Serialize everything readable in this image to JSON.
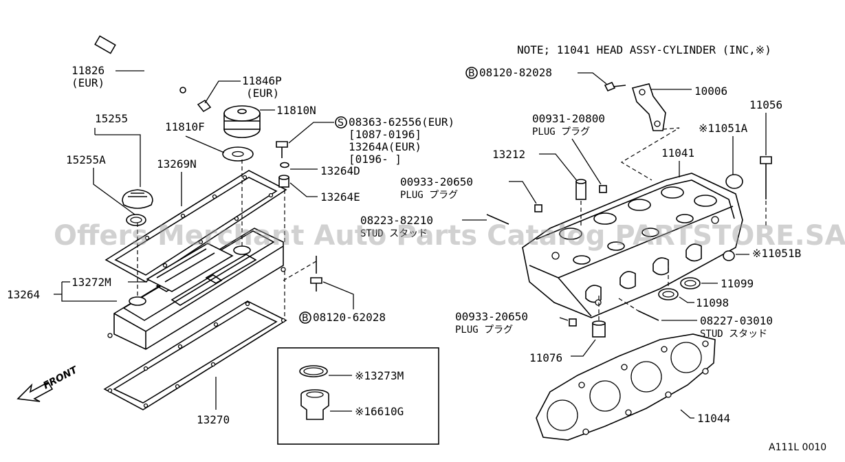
{
  "note": "NOTE; 11041 HEAD ASSY-CYLINDER (INC,※)",
  "watermark": "Offers Merchant Auto Parts Catalog PARTSTORE.SA",
  "drawing_code": "A111L 0010",
  "front_label": "FRONT",
  "callouts": {
    "p11826": "11826",
    "p11826_eur": "(EUR)",
    "p11846p": "11846P",
    "p11846p_eur": "(EUR)",
    "p11810n": "11810N",
    "p11810f": "11810F",
    "p15255": "15255",
    "p15255a": "15255A",
    "p13269n": "13269N",
    "p13264": "13264",
    "p13272m": "13272M",
    "p13270": "13270",
    "p13264d": "13264D",
    "p13264e": "13264E",
    "s_bolt": "08363-62556(EUR)",
    "s_bolt_range": "[1087-0196]",
    "s_bolt_alt": "13264A(EUR)",
    "s_bolt_alt_range": "[0196-     ]",
    "b_bolt_cover": "08120-62028",
    "b_bolt_head": "08120-82028",
    "p10006": "10006",
    "p00931": "00931-20800",
    "p00931_desc": "PLUG プラグ",
    "p11056": "11056",
    "p11051a": "※11051A",
    "p11041": "11041",
    "p13212": "13212",
    "p00933a": "00933-20650",
    "p00933a_desc": "PLUG プラグ",
    "p08223": "08223-82210",
    "p08223_desc": "STUD スタッド",
    "p11051b": "※11051B",
    "p11099": "11099",
    "p11098": "11098",
    "p00933b": "00933-20650",
    "p00933b_desc": "PLUG プラグ",
    "p08227": "08227-03010",
    "p08227_desc": "STUD スタッド",
    "p11076": "11076",
    "p11044": "11044",
    "p13273m": "※13273M",
    "p16610g": "※16610G"
  },
  "markers": {
    "s": "S",
    "b": "B"
  }
}
